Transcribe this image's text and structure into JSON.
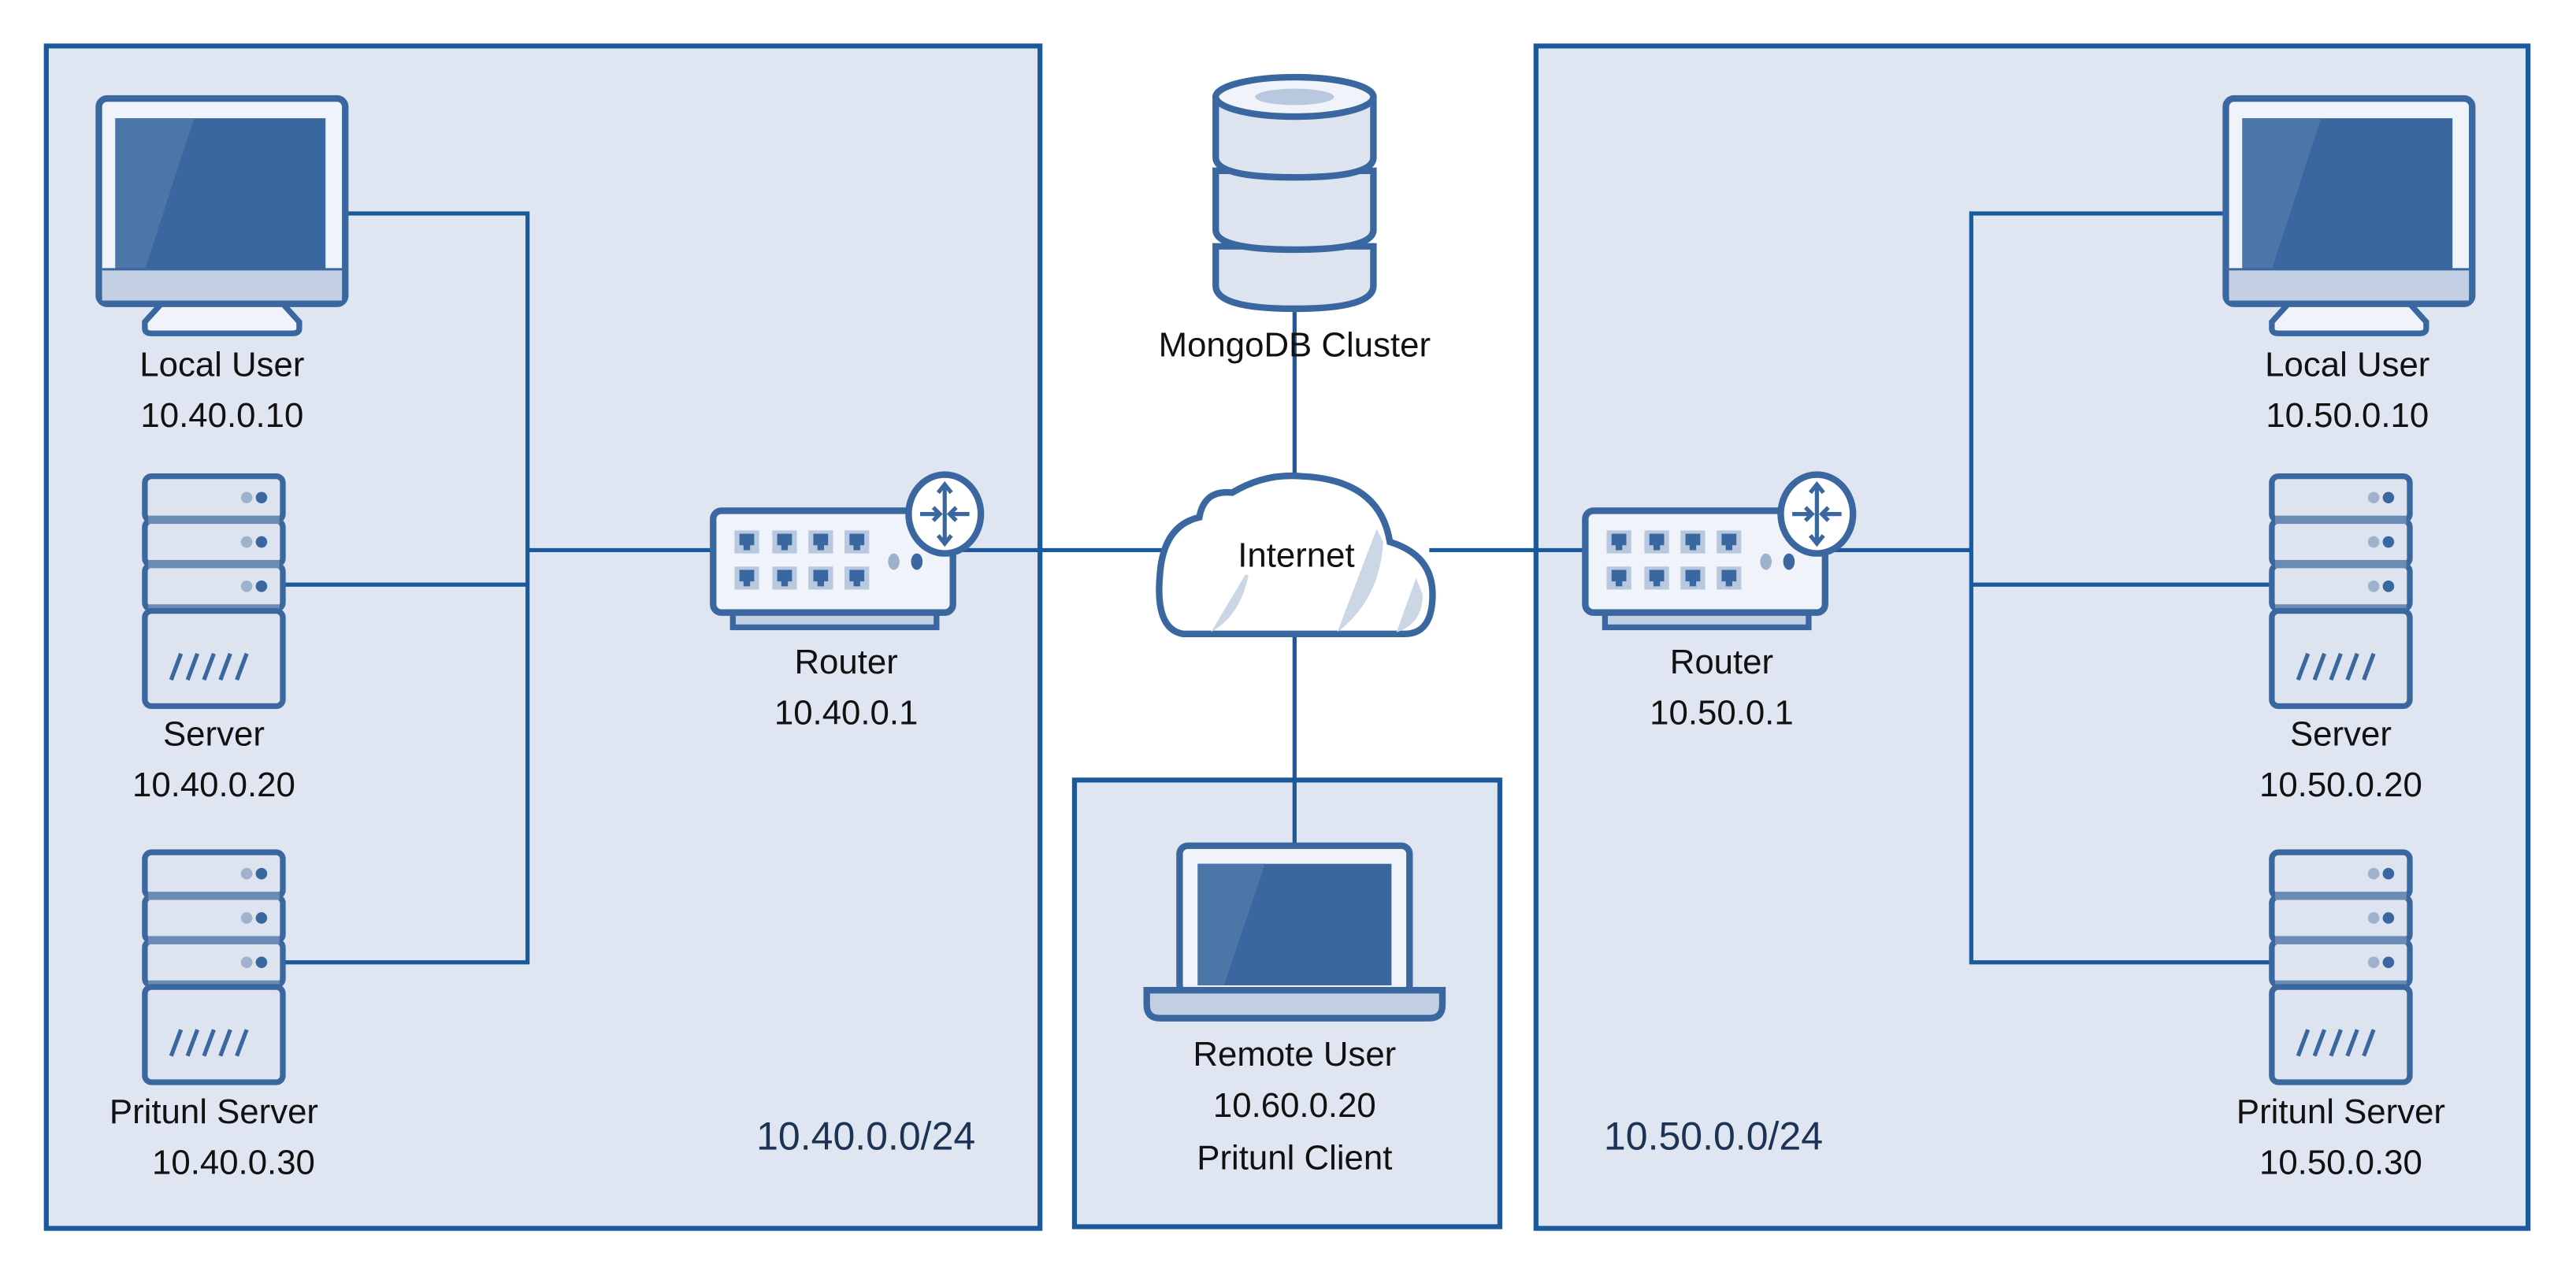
{
  "colors": {
    "zone_fill": "#dfe6f1",
    "zone_border": "#1a5a9c",
    "icon": "#3a67a0",
    "icon_light": "#f0f3f9",
    "icon_mid": "#c3d0e3"
  },
  "left_site": {
    "subnet": "10.40.0.0/24",
    "local_user": {
      "name": "Local User",
      "ip": "10.40.0.10",
      "icon": "desktop-monitor-icon"
    },
    "server": {
      "name": "Server",
      "ip": "10.40.0.20",
      "icon": "server-icon"
    },
    "pritunl_server": {
      "name": "Pritunl Server",
      "ip": "10.40.0.30",
      "icon": "server-icon"
    },
    "router": {
      "name": "Router",
      "ip": "10.40.0.1",
      "icon": "router-icon"
    }
  },
  "right_site": {
    "subnet": "10.50.0.0/24",
    "local_user": {
      "name": "Local User",
      "ip": "10.50.0.10",
      "icon": "desktop-monitor-icon"
    },
    "server": {
      "name": "Server",
      "ip": "10.50.0.20",
      "icon": "server-icon"
    },
    "pritunl_server": {
      "name": "Pritunl Server",
      "ip": "10.50.0.30",
      "icon": "server-icon"
    },
    "router": {
      "name": "Router",
      "ip": "10.50.0.1",
      "icon": "router-icon"
    }
  },
  "center": {
    "database": {
      "name": "MongoDB Cluster",
      "icon": "database-icon"
    },
    "internet": {
      "name": "Internet",
      "icon": "cloud-icon"
    },
    "remote_user": {
      "name": "Remote User",
      "ip": "10.60.0.20",
      "client": "Pritunl Client",
      "icon": "laptop-icon"
    }
  }
}
